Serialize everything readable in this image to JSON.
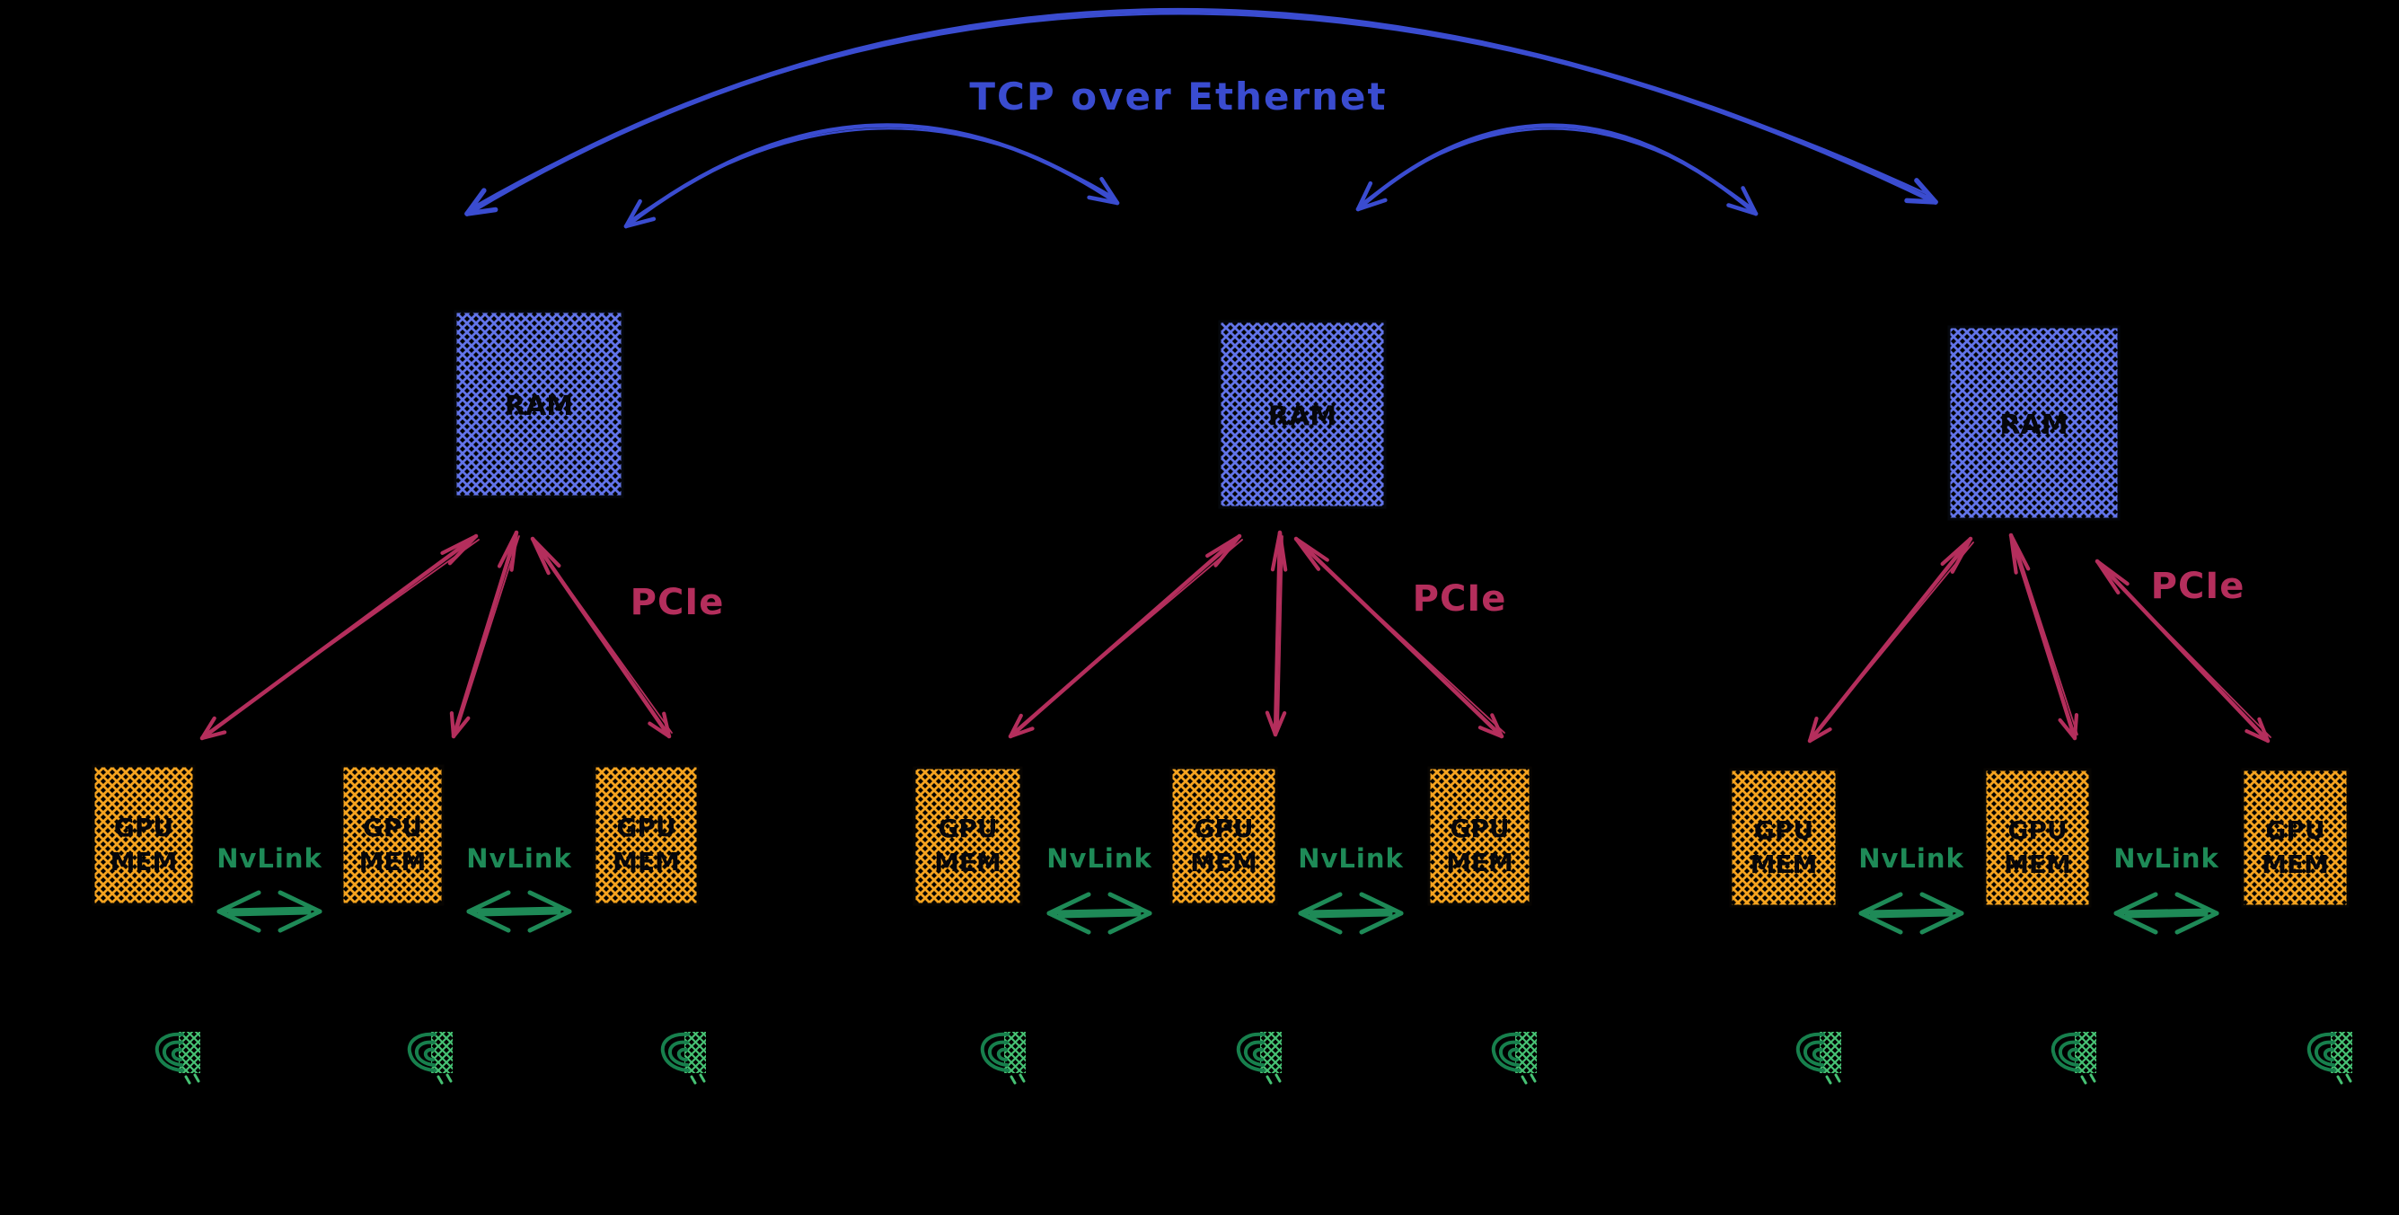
{
  "diagram": {
    "type": "hand-drawn distributed training hardware diagram",
    "title": "TCP over Ethernet",
    "connection_types": {
      "inter_machine": "TCP over Ethernet",
      "cpu_to_gpu": "PCIe",
      "gpu_to_gpu": "NvLink"
    },
    "machines": [
      {
        "ram_label": "RAM",
        "pcie_label": "PCIe",
        "gpu_labels": [
          "GPU MEM",
          "GPU MEM",
          "GPU MEM"
        ],
        "nvlink_labels": [
          "NvLink",
          "NvLink"
        ],
        "gpu_vendor_icon": "nvidia-logo-icon"
      },
      {
        "ram_label": "RAM",
        "pcie_label": "PCIe",
        "gpu_labels": [
          "GPU MEM",
          "GPU MEM",
          "GPU MEM"
        ],
        "nvlink_labels": [
          "NvLink",
          "NvLink"
        ],
        "gpu_vendor_icon": "nvidia-logo-icon"
      },
      {
        "ram_label": "RAM",
        "pcie_label": "PCIe",
        "gpu_labels": [
          "GPU MEM",
          "GPU MEM",
          "GPU MEM"
        ],
        "nvlink_labels": [
          "NvLink",
          "NvLink"
        ],
        "gpu_vendor_icon": "nvidia-logo-icon"
      }
    ]
  },
  "colors": {
    "background": "#000000",
    "ethernet_blue": "#3a4cd0",
    "ram_hatch_blue": "#6274e9",
    "pcie_crimson": "#b42e5c",
    "gpu_hatch_orange": "#f5a31f",
    "nvlink_green": "#1e8a57",
    "logo_green_dark": "#17804d",
    "logo_green_light": "#46c173",
    "box_text": "#06060a"
  }
}
